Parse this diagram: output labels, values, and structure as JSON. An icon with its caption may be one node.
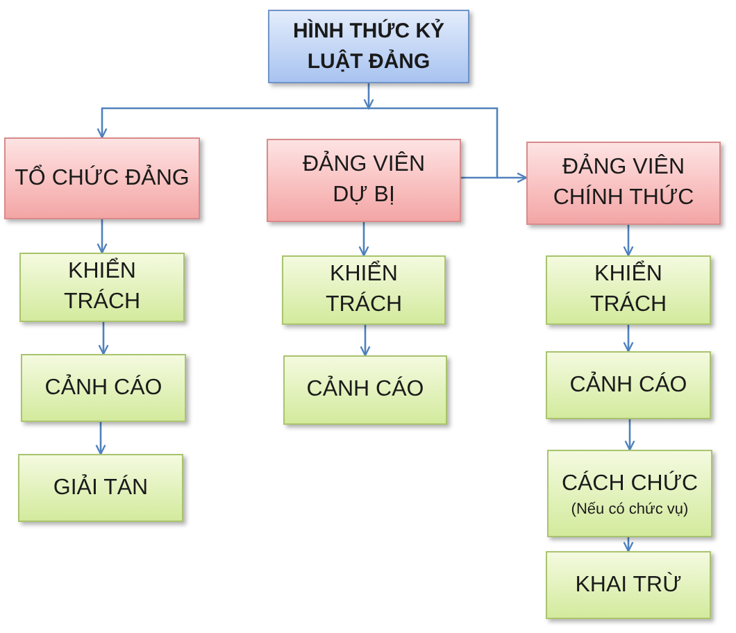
{
  "diagram": {
    "nodes": [
      {
        "text": [
          "HÌNH THỨC KỶ LUẬT ĐẢNG"
        ]
      },
      {
        "text": [
          "TỔ CHỨC ĐẢNG"
        ]
      },
      {
        "text": [
          "ĐẢNG VIÊN DỰ BỊ"
        ]
      },
      {
        "text": [
          "ĐẢNG VIÊN CHÍNH THỨC"
        ]
      },
      {
        "text": [
          "KHIỂN TRÁCH"
        ]
      },
      {
        "text": [
          "CẢNH CÁO"
        ]
      },
      {
        "text": [
          "GIẢI TÁN"
        ]
      },
      {
        "text": [
          "KHIỂN TRÁCH"
        ]
      },
      {
        "text": [
          "CẢNH CÁO"
        ]
      },
      {
        "text": [
          "KHIỂN TRÁCH"
        ]
      },
      {
        "text": [
          "CẢNH CÁO"
        ]
      },
      {
        "text": [
          "CÁCH CHỨC",
          "(Nếu có chức vụ)"
        ]
      },
      {
        "text": [
          "KHAI TRỪ"
        ]
      }
    ],
    "edges": [
      {
        "from": 0,
        "to": 1,
        "arrow": "to"
      },
      {
        "from": 0,
        "to": 3,
        "arrow": "to"
      },
      {
        "from": 2,
        "to": 3,
        "arrow": "none"
      },
      {
        "from": 1,
        "to": 4,
        "arrow": "to"
      },
      {
        "from": 4,
        "to": 5,
        "arrow": "to"
      },
      {
        "from": 5,
        "to": 6,
        "arrow": "to"
      },
      {
        "from": 2,
        "to": 7,
        "arrow": "to"
      },
      {
        "from": 7,
        "to": 8,
        "arrow": "to"
      },
      {
        "from": 3,
        "to": 9,
        "arrow": "to"
      },
      {
        "from": 9,
        "to": 10,
        "arrow": "to"
      },
      {
        "from": 10,
        "to": 11,
        "arrow": "to"
      },
      {
        "from": 11,
        "to": 12,
        "arrow": "to"
      }
    ]
  }
}
